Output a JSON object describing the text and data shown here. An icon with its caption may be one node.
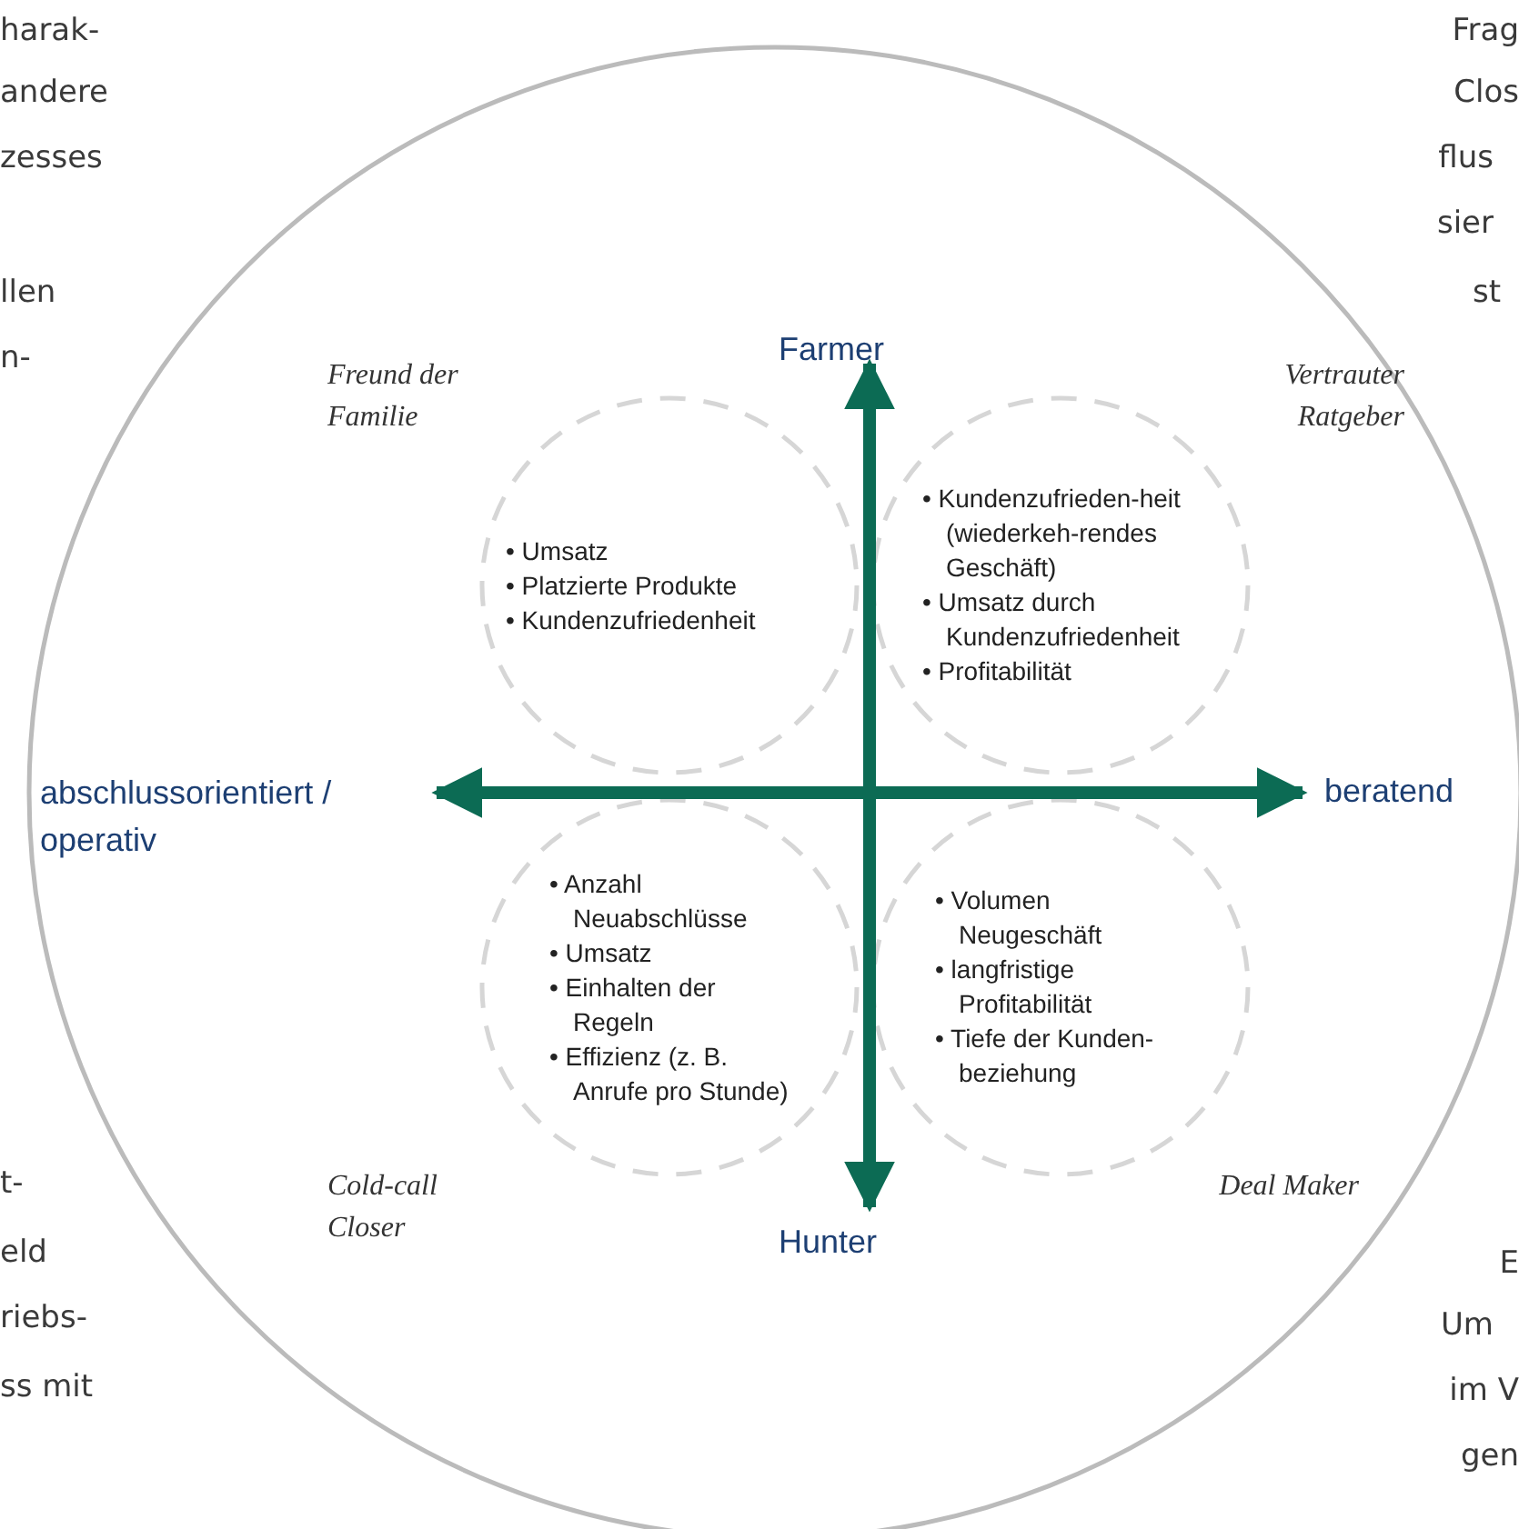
{
  "diagram": {
    "nodes": [
      {
        "text": [
          "• Umsatz",
          "• Platzierte Produkte",
          "• Kundenzufriedenheit"
        ]
      },
      {
        "text": [
          "• Kundenzufrieden-heit (wiederkeh-rendes Geschäft)",
          "• Umsatz durch Kundenzufriedenheit",
          "• Profitabilität"
        ]
      },
      {
        "text": [
          "• Anzahl Neuabschlüsse",
          "• Umsatz",
          "• Einhalten der Regeln",
          "• Effizienz (z. B. Anrufe pro Stunde)"
        ]
      },
      {
        "text": [
          "• Volumen Neugeschäft",
          "• langfristige Profitabilität",
          "• Tiefe der Kunden-beziehung"
        ]
      }
    ],
    "labels": [
      "harak-",
      "Frag",
      "andere",
      "Clos",
      "zesses",
      "flus",
      "sier",
      "llen",
      "st",
      "n-",
      "Farmer",
      "Freund der Familie",
      "Vertrauter Ratgeber",
      "abschlussorientiert / operativ",
      "beratend",
      "t-",
      "Cold-call Closer",
      "Deal Maker",
      "eld",
      "Hunter",
      "E",
      "riebs-",
      "Um",
      "ss mit",
      "im V",
      "gen"
    ]
  }
}
